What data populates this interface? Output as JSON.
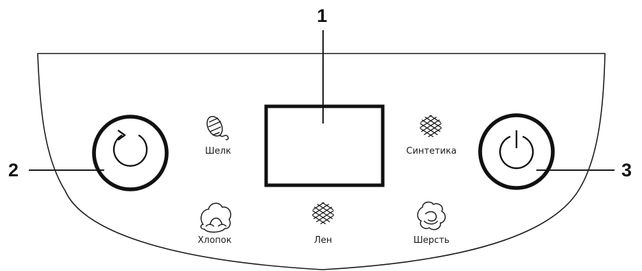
{
  "callouts": {
    "display": "1",
    "program_button": "2",
    "power_button": "3"
  },
  "modes": {
    "silk": "Шелк",
    "synthetics": "Синтетика",
    "cotton": "Хлопок",
    "linen": "Лен",
    "wool": "Шерсть"
  },
  "icons": {
    "program_button": "refresh-icon",
    "power_button": "power-icon",
    "silk": "cocoon-icon",
    "synthetics": "mesh-icon",
    "cotton": "cotton-flower-icon",
    "linen": "mesh-icon",
    "wool": "wool-ball-icon"
  },
  "colors": {
    "line": "#1a1a1a",
    "background": "#ffffff"
  }
}
